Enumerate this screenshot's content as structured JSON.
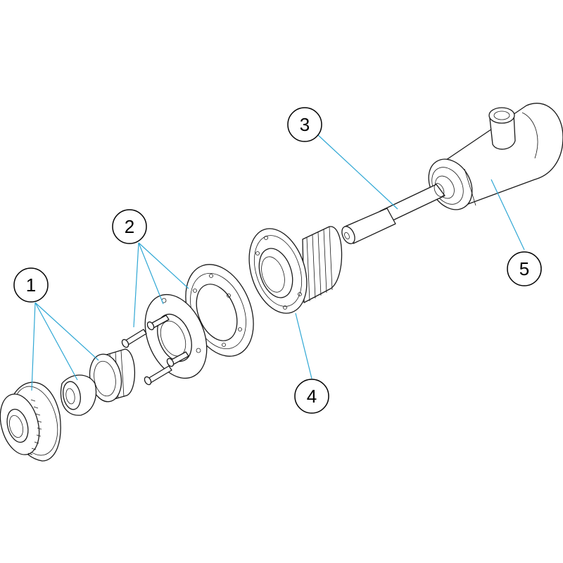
{
  "callouts": [
    {
      "id": "1",
      "label": "1"
    },
    {
      "id": "2",
      "label": "2"
    },
    {
      "id": "3",
      "label": "3"
    },
    {
      "id": "4",
      "label": "4"
    },
    {
      "id": "5",
      "label": "5"
    }
  ],
  "colors": {
    "leader": "#2fa7d4",
    "outline": "#1a1a1a",
    "background": "#ffffff"
  }
}
